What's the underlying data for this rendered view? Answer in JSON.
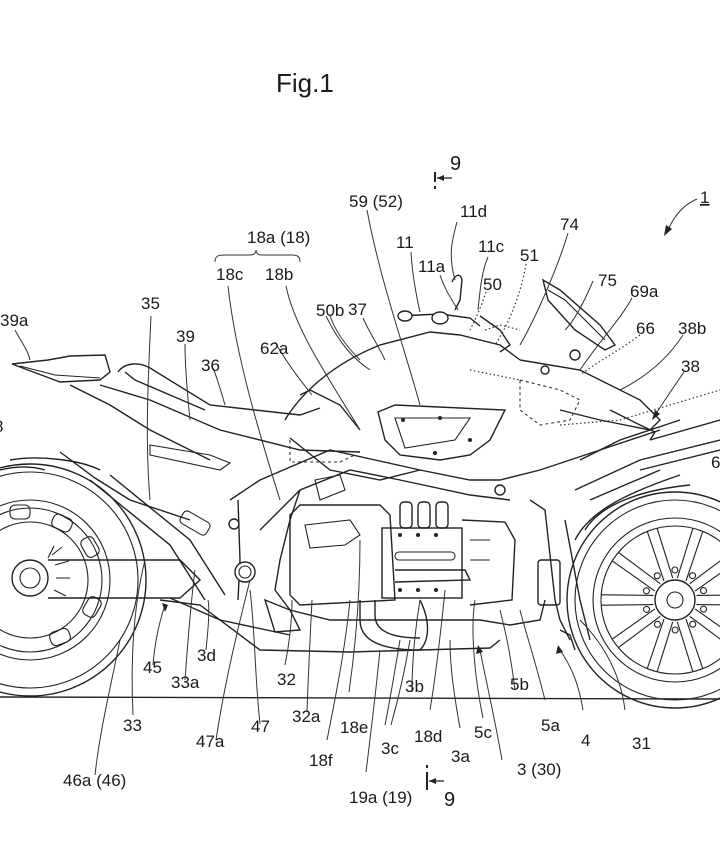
{
  "figure": {
    "title": "Fig.1",
    "reference_numeral": "1",
    "section_marker_top": "9",
    "section_marker_bottom": "9"
  },
  "labels": {
    "l_59_52": "59 (52)",
    "l_11d": "11d",
    "l_11": "11",
    "l_11c": "11c",
    "l_11a": "11a",
    "l_51": "51",
    "l_50": "50",
    "l_74": "74",
    "l_75": "75",
    "l_69a": "69a",
    "l_66": "66",
    "l_38b": "38b",
    "l_38": "38",
    "l_6_partial": "6",
    "l_37": "37",
    "l_50b": "50b",
    "l_18a_18": "18a (18)",
    "l_18c": "18c",
    "l_18b": "18b",
    "l_62a": "62a",
    "l_35": "35",
    "l_39": "39",
    "l_36": "36",
    "l_39a": "39a",
    "l_8_partial": "8",
    "l_45": "45",
    "l_33a": "33a",
    "l_3d": "3d",
    "l_32": "32",
    "l_33": "33",
    "l_47a": "47a",
    "l_47": "47",
    "l_32a": "32a",
    "l_18e": "18e",
    "l_18f": "18f",
    "l_3b": "3b",
    "l_3c": "3c",
    "l_18d": "18d",
    "l_3a": "3a",
    "l_5c": "5c",
    "l_5b": "5b",
    "l_5a": "5a",
    "l_3_30": "3 (30)",
    "l_4": "4",
    "l_31": "31",
    "l_46a_46": "46a (46)",
    "l_19a_19": "19a (19)"
  }
}
